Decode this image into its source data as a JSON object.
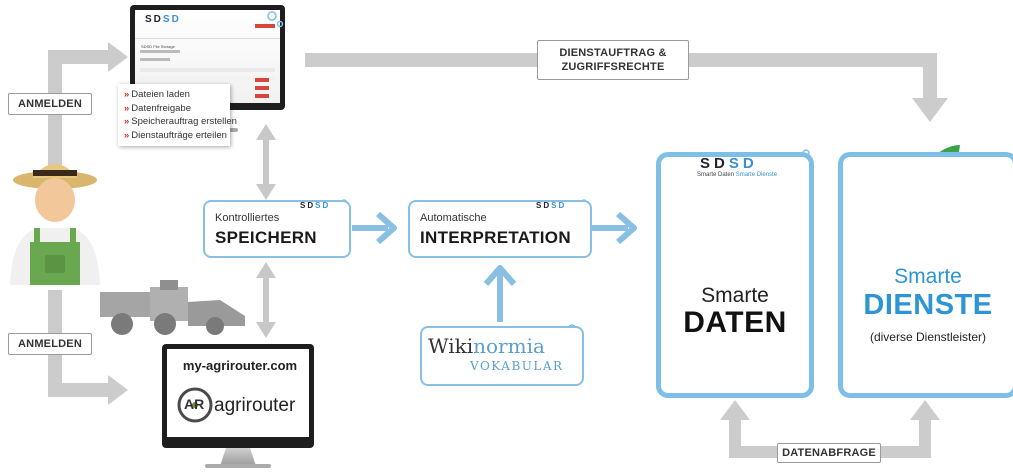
{
  "labels": {
    "anmelden_top": "ANMELDEN",
    "anmelden_bottom": "ANMELDEN",
    "dienstauftrag_line1": "DIENSTAUFTRAG &",
    "dienstauftrag_line2": "ZUGRIFFSRECHTE",
    "datenabfrage": "DATENABFRAGE"
  },
  "menu": {
    "items": [
      "Dateien laden",
      "Datenfreigabe",
      "Speicherauftrag erstellen",
      "Dienstaufträge erteilen"
    ]
  },
  "sdsd_logo": {
    "letters": [
      "S",
      "D",
      "S",
      "D"
    ],
    "tagline_dark": "Smarte Daten",
    "tagline_blue": "Smarte Dienste"
  },
  "monitor_top": {
    "header": "SDSD File Storage"
  },
  "process": {
    "speichern": {
      "small": "Kontrolliertes",
      "big": "SPEICHERN"
    },
    "interpretation": {
      "small": "Automatische",
      "big": "INTERPRETATION"
    }
  },
  "wikinormia": {
    "prefix": "Wiki",
    "suffix": "normia",
    "sub": "VOKABULAR"
  },
  "agrirouter": {
    "url": "my-agrirouter.com",
    "brand_initials": "AR",
    "brand_word": "agrirouter"
  },
  "daten_box": {
    "line1": "Smarte",
    "line2": "DATEN"
  },
  "dienste_box": {
    "line1": "Smarte",
    "line2": "DIENSTE",
    "line3": "(diverse Dienstleister)"
  },
  "colors": {
    "accent_blue": "#3b8fd2",
    "box_border": "#7ebfe8",
    "arrow_grey": "#c8c8c8",
    "bullet_red": "#d62b2b",
    "farmer_green": "#6aa84f"
  }
}
